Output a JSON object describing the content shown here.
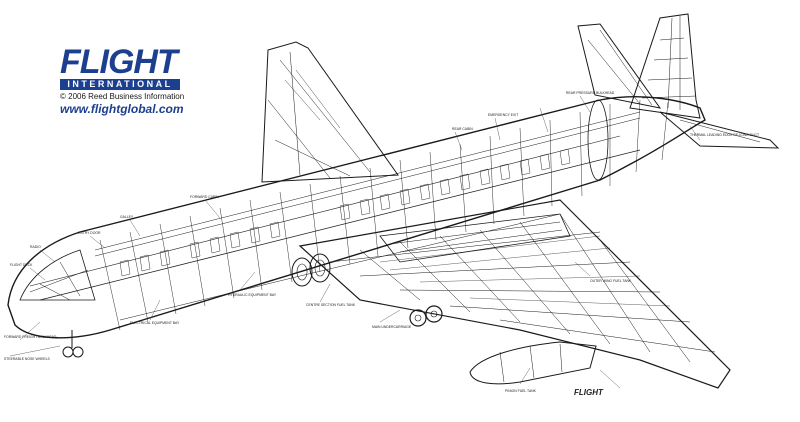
{
  "logo": {
    "name": "FLIGHT",
    "subtitle": "INTERNATIONAL",
    "copyright": "© 2006 Reed Business Information",
    "url": "www.flightglobal.com"
  },
  "credit": "FLIGHT",
  "labels": [
    {
      "key": "rear-cabin",
      "text": "REAR CABIN"
    },
    {
      "key": "emergency-exit",
      "text": "EMERGENCY EXIT"
    },
    {
      "key": "rear-pressure-bulkhead",
      "text": "REAR PRESSURE BULKHEAD"
    },
    {
      "key": "forward-cabin",
      "text": "FORWARD CABIN"
    },
    {
      "key": "galley",
      "text": "GALLEY"
    },
    {
      "key": "entry-door",
      "text": "ENTRY DOOR"
    },
    {
      "key": "radio",
      "text": "RADIO"
    },
    {
      "key": "flight-deck",
      "text": "FLIGHT DECK"
    },
    {
      "key": "forward-freight-bulkhead",
      "text": "FORWARD FREIGHT BULKHEAD"
    },
    {
      "key": "steerable-nose-wheels",
      "text": "STEERABLE NOSE WHEELS"
    },
    {
      "key": "electrical-equipment-bay",
      "text": "ELECTRICAL EQUIPMENT BAY"
    },
    {
      "key": "hydraulic-equipment-bay",
      "text": "HYDRAULIC EQUIPMENT BAY"
    },
    {
      "key": "centre-section-fuel-tank",
      "text": "CENTRE SECTION FUEL TANK"
    },
    {
      "key": "main-undercarriage",
      "text": "MAIN UNDERCARRIAGE"
    },
    {
      "key": "outer-wing-fuel-tank",
      "text": "OUTER WING FUEL TANK"
    },
    {
      "key": "pinion-fuel-tank",
      "text": "PINION FUEL TANK"
    },
    {
      "key": "leading-edge-de-icing",
      "text": "THERMAL LEADING EDGE DE-ICING DUCT"
    }
  ],
  "colors": {
    "brand": "#1d3f8f",
    "ink": "#1a1a1a",
    "background": "#ffffff"
  }
}
